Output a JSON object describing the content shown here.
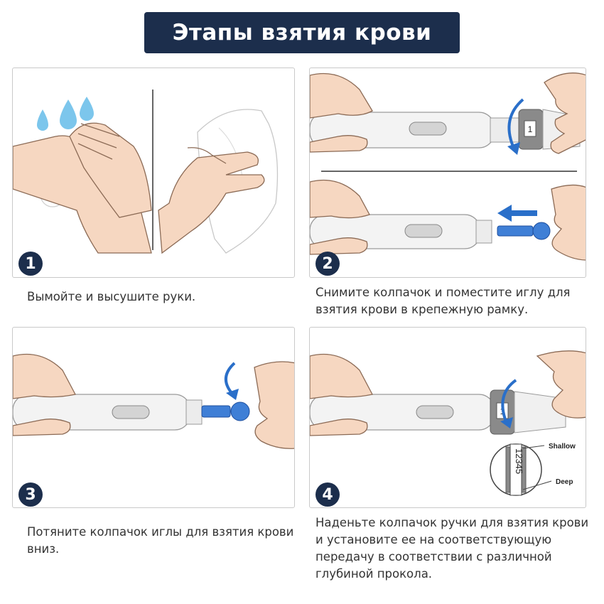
{
  "title": "Этапы взятия крови",
  "steps": [
    {
      "number": "1",
      "caption": "Вымойте и высушите руки."
    },
    {
      "number": "2",
      "caption": "Снимите колпачок и поместите иглу для взятия крови в крепежную рамку."
    },
    {
      "number": "3",
      "caption": "Потяните колпачок иглы для взятия крови вниз."
    },
    {
      "number": "4",
      "caption": "Наденьте колпачок ручки для взятия крови и установите ее на соответствующую передачу в соответствии с различной глубиной прокола."
    }
  ],
  "dial": {
    "cap_number": "1",
    "depth_scale": "12345",
    "shallow_label": "Shallow",
    "deep_label": "Deep"
  },
  "colors": {
    "title_bg": "#1c2e4c",
    "badge_bg": "#1c2e4c",
    "arrow_blue": "#2a6fc9",
    "needle_blue": "#3f7fd6",
    "cap_gray": "#8a8a8a",
    "skin": "#f6d7c1",
    "water_blue": "#7cc6ec"
  },
  "icons": [
    "water-drop-icon",
    "rotate-arrow-icon",
    "insert-arrow-icon"
  ]
}
